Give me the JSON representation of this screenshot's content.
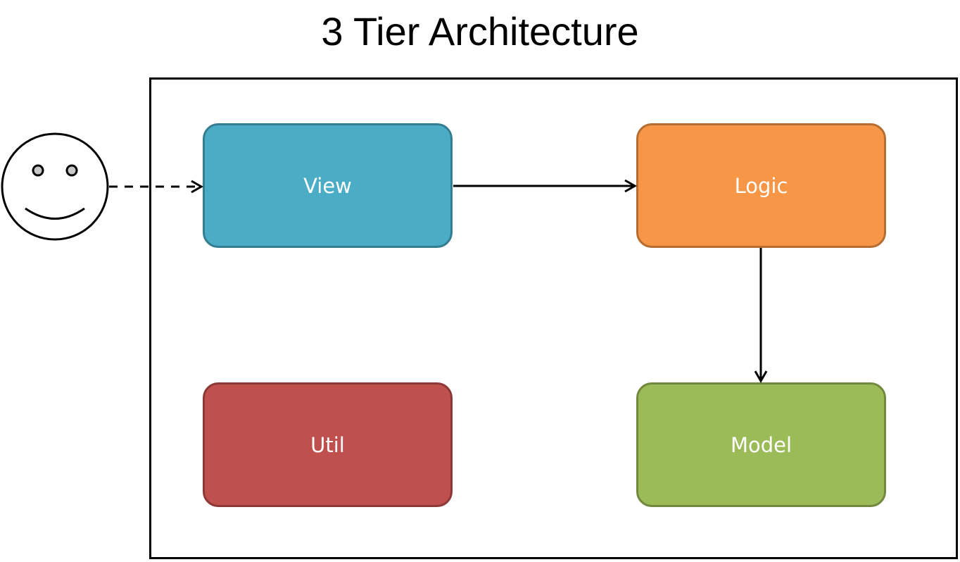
{
  "title": "3 Tier Architecture",
  "boxes": {
    "view": {
      "label": "View",
      "fill": "#4BACC6",
      "border": "#357D91"
    },
    "logic": {
      "label": "Logic",
      "fill": "#F79646",
      "border": "#B66D31"
    },
    "util": {
      "label": "Util",
      "fill": "#C0504D",
      "border": "#8C3836"
    },
    "model": {
      "label": "Model",
      "fill": "#9BBB59",
      "border": "#71893F"
    }
  },
  "actor": {
    "icon": "smiley-face-icon"
  },
  "connections": [
    {
      "from": "actor",
      "to": "view",
      "style": "dashed"
    },
    {
      "from": "view",
      "to": "logic",
      "style": "solid"
    },
    {
      "from": "logic",
      "to": "model",
      "style": "solid"
    }
  ]
}
